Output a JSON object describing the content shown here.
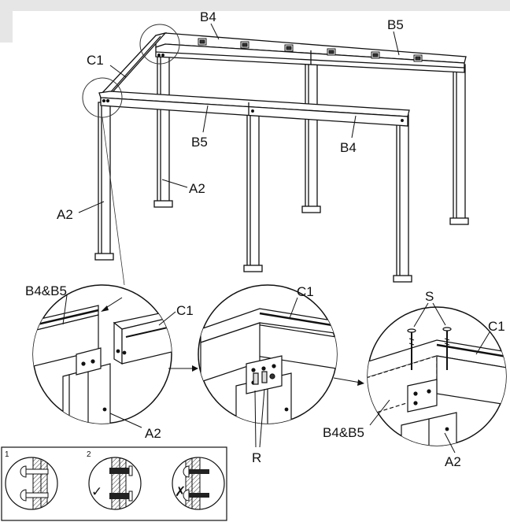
{
  "frame_labels": {
    "b4_top": "B4",
    "b5_top": "B5",
    "c1_top": "C1",
    "b5_front": "B5",
    "b4_front": "B4",
    "a2_back": "A2",
    "a2_front": "A2"
  },
  "detail_1": {
    "beams": "B4&B5",
    "connector": "C1",
    "post": "A2"
  },
  "detail_2": {
    "connector": "C1",
    "fastener": "R"
  },
  "detail_3": {
    "screws": "S",
    "connector": "C1",
    "beams": "B4&B5",
    "post": "A2"
  },
  "screw_guide": {
    "step1": "1",
    "step2": "2",
    "correct_mark": "✓",
    "wrong_mark": "✗"
  }
}
